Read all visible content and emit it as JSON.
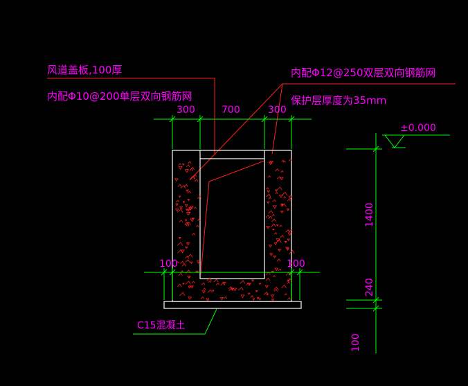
{
  "colors": {
    "background": "#000000",
    "magenta": "#ff00ff",
    "red": "#ff2020",
    "green": "#00ff00",
    "white": "#ffffff"
  },
  "labels": {
    "cover_plate": "风道盖板,100厚",
    "inner_rebar_single": "内配Φ10@200单层双向钢筋网",
    "inner_rebar_double": "内配Φ12@250双层双向钢筋网",
    "cover_thickness": "保护层厚度为35mm",
    "elevation": "±0.000",
    "c15": "C15混凝土"
  },
  "dimensions": {
    "top_left": "300",
    "top_middle": "700",
    "top_right": "300",
    "bottom_left": "100",
    "bottom_right": "100",
    "height_main": "1400",
    "height_base": "240",
    "height_cushion": "100"
  }
}
